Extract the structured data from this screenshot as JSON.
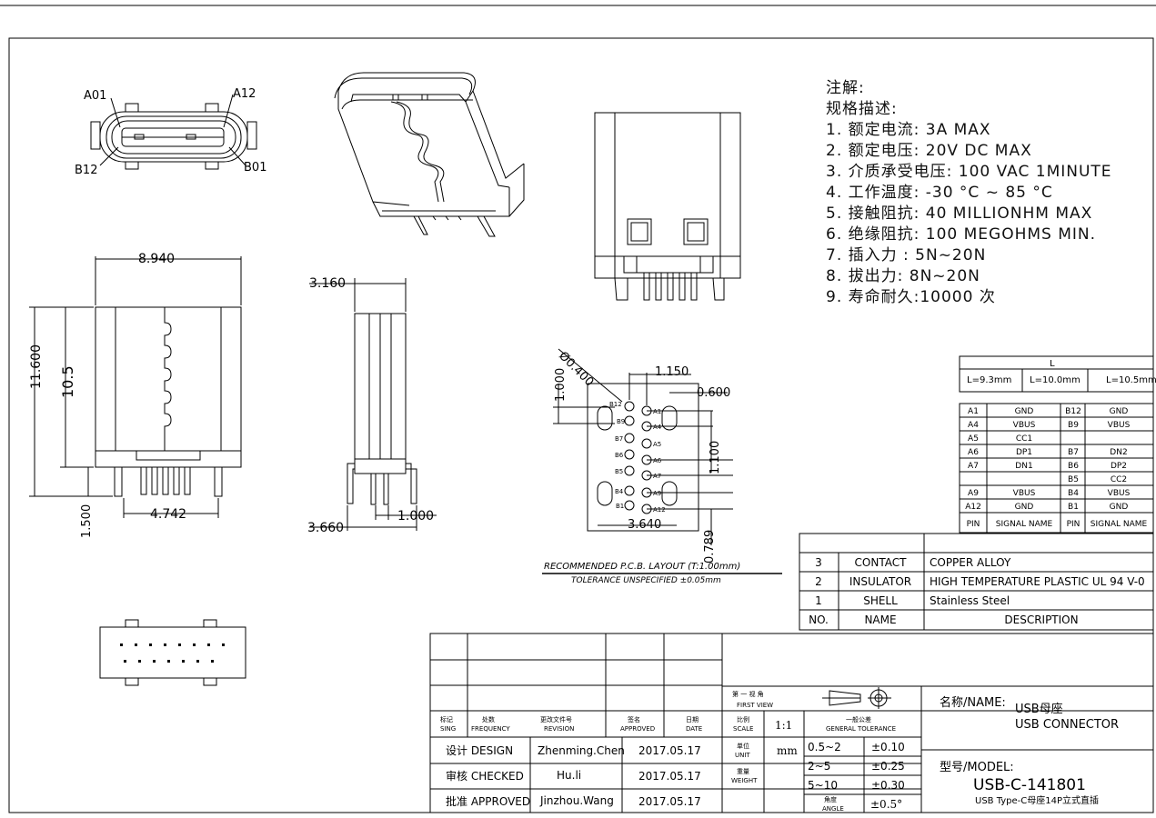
{
  "notes": {
    "heading": "注解:",
    "subheading": "规格描述:",
    "items": [
      "1. 额定电流: 3A MAX",
      "2. 额定电压: 20V DC MAX",
      "3. 介质承受电压: 100 VAC 1MINUTE",
      "4. 工作温度: -30 °C ~ 85 °C",
      "5. 接触阻抗: 40 MILLIONHM MAX",
      "6. 绝缘阻抗: 100 MEGOHMS MIN.",
      "7. 插入力 : 5N~20N",
      "8. 拔出力: 8N~20N",
      "9. 寿命耐久:10000 次"
    ]
  },
  "front_view": {
    "a01": "A01",
    "a12": "A12",
    "b12": "B12",
    "b01": "B01"
  },
  "top_view": {
    "width_dim": "8.940",
    "height_dim": "11.600",
    "inner_dim": "10.5",
    "pitch_dim": "4.742",
    "leg_dim": "1.500"
  },
  "side_view": {
    "width_dim": "3.160",
    "foot_dim": "3.660",
    "pin_dim": "1.000"
  },
  "pcb": {
    "dims": {
      "d1": "1.000",
      "d2": "Ø0.400",
      "d3": "1.150",
      "d4": "0.600",
      "d5": "1.100",
      "d6": "3.640",
      "d7": "0.789"
    },
    "pin_labels": [
      "B12",
      "B9",
      "B7",
      "B6",
      "B5",
      "B4",
      "B1",
      "A1",
      "A4",
      "A5",
      "A6",
      "A7",
      "A9",
      "A12"
    ],
    "title": "RECOMMENDED P.C.B. LAYOUT (T:1.00mm)",
    "tolerance": "TOLERANCE UNSPECIFIED ±0.05mm"
  },
  "length_table": {
    "header": "L",
    "options": [
      "L=9.3mm",
      "L=10.0mm",
      "L=10.5mm"
    ]
  },
  "pin_table": {
    "rows": [
      [
        "A1",
        "GND",
        "B12",
        "GND"
      ],
      [
        "A4",
        "VBUS",
        "B9",
        "VBUS"
      ],
      [
        "A5",
        "CC1",
        "",
        ""
      ],
      [
        "A6",
        "DP1",
        "B7",
        "DN2"
      ],
      [
        "A7",
        "DN1",
        "B6",
        "DP2"
      ],
      [
        "",
        "",
        "B5",
        "CC2"
      ],
      [
        "A9",
        "VBUS",
        "B4",
        "VBUS"
      ],
      [
        "A12",
        "GND",
        "B1",
        "GND"
      ]
    ],
    "footer": [
      "PIN",
      "SIGNAL NAME",
      "PIN",
      "SIGNAL NAME"
    ]
  },
  "bom": {
    "rows": [
      [
        "3",
        "CONTACT",
        "COPPER ALLOY"
      ],
      [
        "2",
        "INSULATOR",
        "HIGH TEMPERATURE PLASTIC UL 94 V-0"
      ],
      [
        "1",
        "SHELL",
        "Stainless Steel"
      ]
    ],
    "header": [
      "NO.",
      "NAME",
      "DESCRIPTION"
    ]
  },
  "title_block": {
    "first_view_cn": "第 一 视 角",
    "first_view_en": "FIRST VIEW",
    "col_sign_cn": "标记",
    "col_sign_en": "SING",
    "col_freq_cn": "处数",
    "col_freq_en": "FREQUENCY",
    "col_rev_cn": "更改文件号",
    "col_rev_en": "REVISION",
    "col_appr_cn": "签名",
    "col_appr_en": "APPROVED",
    "col_date_cn": "日期",
    "col_date_en": "DATE",
    "scale_cn": "比例",
    "scale_en": "SCALE",
    "scale_val": "1:1",
    "unit_cn": "单位",
    "unit_en": "UNIT",
    "unit_val": "mm",
    "weight_cn": "重量",
    "weight_en": "WEIGHT",
    "gt_cn": "一般公差",
    "gt_en": "GENERAL TOLERANCE",
    "tolerances": [
      [
        "0.5~2",
        "±0.10"
      ],
      [
        "2~5",
        "±0.25"
      ],
      [
        "5~10",
        "±0.30"
      ]
    ],
    "angle_cn": "角度",
    "angle_en": "ANGLE",
    "angle_val": "±0.5°",
    "design_label": "设计 DESIGN",
    "design_name": "Zhenming.Chen",
    "design_date": "2017.05.17",
    "checked_label": "审核 CHECKED",
    "checked_name": "Hu.li",
    "checked_date": "2017.05.17",
    "approved_label": "批准 APPROVED",
    "approved_name": "Jinzhou.Wang",
    "approved_date": "2017.05.17",
    "name_label": "名称/NAME:",
    "name_cn": "USB母座",
    "name_en": "USB CONNECTOR",
    "model_label": "型号/MODEL:",
    "model_val": "USB-C-141801",
    "model_desc": "USB Type-C母座14P立式直插"
  }
}
